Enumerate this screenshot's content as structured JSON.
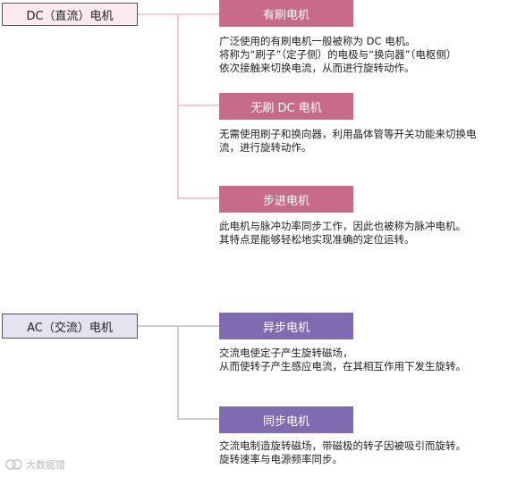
{
  "dc": {
    "root": "DC（直流）电机",
    "items": [
      {
        "title": "有刷电机",
        "desc": [
          "广泛使用的有刷电机一般被称为 DC 电机。",
          "将称为“刷子”（定子侧）的电极与“换向器”（电枢侧）",
          "依次接触来切换电流，从而进行旋转动作。"
        ]
      },
      {
        "title": "无刷 DC 电机",
        "desc": [
          "无需使用刷子和换向器，利用晶体管等开关功能来切换电",
          "流，进行旋转动作。"
        ]
      },
      {
        "title": "步进电机",
        "desc": [
          "此电机与脉冲功率同步工作，因此也被称为脉冲电机。",
          "其特点是能够轻松地实现准确的定位运转。"
        ]
      }
    ]
  },
  "ac": {
    "root": "AC（交流）电机",
    "items": [
      {
        "title": "异步电机",
        "desc": [
          "交流电使定子产生旋转磁场，",
          "从而使转子产生感应电流，在其相互作用下发生旋转。"
        ]
      },
      {
        "title": "同步电机",
        "desc": [
          "交流电制造旋转磁场，带磁极的转子因被吸引而旋转。",
          "旋转速率与电源频率同步。"
        ]
      }
    ]
  },
  "watermark": {
    "text": "大数据猎",
    "icon": "watermark-logo-icon"
  },
  "colors": {
    "dc_accent": "#c86a89",
    "ac_accent": "#7f6bb1",
    "dc_line": "#f4c8d6",
    "ac_line": "#cfc9e3"
  }
}
